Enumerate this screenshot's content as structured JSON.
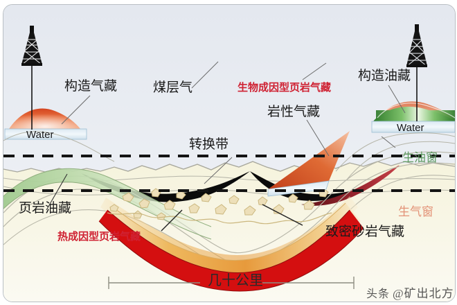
{
  "figure": {
    "kind": "petroleum-systems-cross-section",
    "sky_color": "#e7eaf0",
    "ground_color": "#f7f5e2",
    "frame_color": "#b9bfc4"
  },
  "labels": {
    "structural_gas": "构造气藏",
    "coalbed_methane": "煤层气",
    "biogenic_shale_gas": "生物成因型页岩气藏",
    "structural_oil": "构造油藏",
    "lithologic_gas": "岩性气藏",
    "transition_zone": "转换带",
    "shale_oil": "页岩油藏",
    "thermogenic_shale_gas": "热成因型页岩气藏",
    "tight_sandstone_gas": "致密砂岩气藏",
    "oil_window": "生油窗",
    "gas_window": "生气窗",
    "water_left": "Water",
    "water_right": "Water",
    "scale_text": "几十公里"
  },
  "colors": {
    "biogenic_shale_gas": "#cf2233",
    "thermogenic_shale_gas": "#cf2233",
    "oil_window": "#5f9a62",
    "gas_window": "#e39277",
    "coal_seam": "#0a0a0a",
    "red_seam": "#8e1f26",
    "oil_red": "#d4451f",
    "green_band": "#74ad6a",
    "water_blue": "#cfe3ef",
    "tight_sand": "#e8a64a",
    "deep_red": "#d40f10",
    "dashed_line": "#141414"
  },
  "icons": {
    "derrick_left": "oil-derrick-icon",
    "derrick_right": "oil-derrick-icon"
  },
  "watermark": {
    "prefix": "头条",
    "handle": "@矿出北方"
  }
}
